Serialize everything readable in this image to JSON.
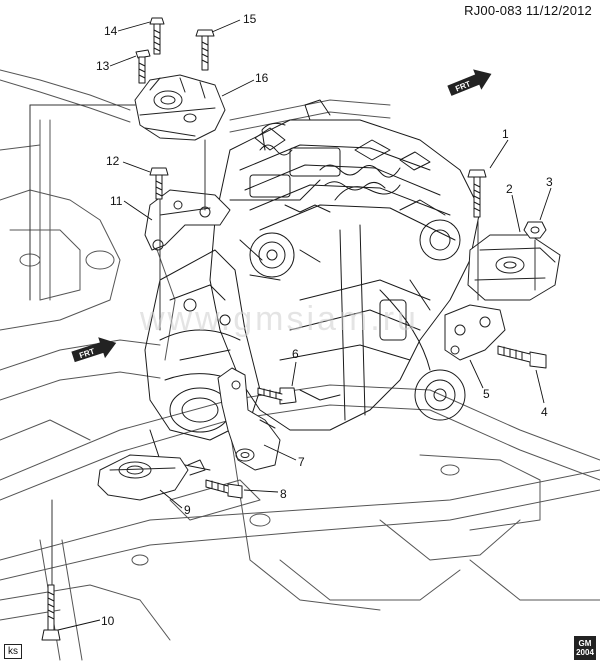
{
  "header": {
    "reference": "RJ00-083  11/12/2012"
  },
  "watermark": "www.gmsiam.ru",
  "frt_arrows": [
    "FRT",
    "FRT"
  ],
  "callouts": [
    "1",
    "2",
    "3",
    "4",
    "5",
    "6",
    "7",
    "8",
    "9",
    "10",
    "11",
    "12",
    "13",
    "14",
    "15",
    "16"
  ],
  "footer": {
    "left_badge": "ks",
    "right_badge_top": "GM",
    "right_badge_bottom": "2004"
  }
}
